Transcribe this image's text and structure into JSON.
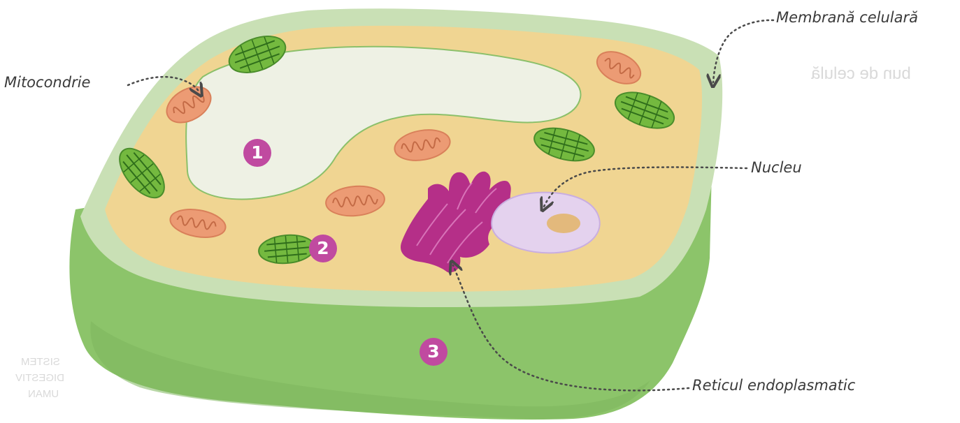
{
  "labels": {
    "membrane": "Membrană celulară",
    "mitochondria": "Mitocondrie",
    "nucleus": "Nucleu",
    "reticulum": "Reticul endoplasmatic"
  },
  "numbers": [
    "1",
    "2",
    "3"
  ],
  "colors": {
    "wall_green": "#8cc46a",
    "rim_green": "#c9e0b5",
    "cytoplasm": "#f0d592",
    "vacuole": "#eef1e4",
    "mito_fill": "#ec9b74",
    "chloroplast": "#74b93f",
    "er_magenta": "#b52f88",
    "nucleus_fill": "#e4d2ee",
    "badge": "#c04aa0",
    "arrow": "#4a4a4a"
  },
  "background_bleed": [
    "bun de celulă",
    "SISTEM",
    "DIGESTIV",
    "UMAN"
  ]
}
